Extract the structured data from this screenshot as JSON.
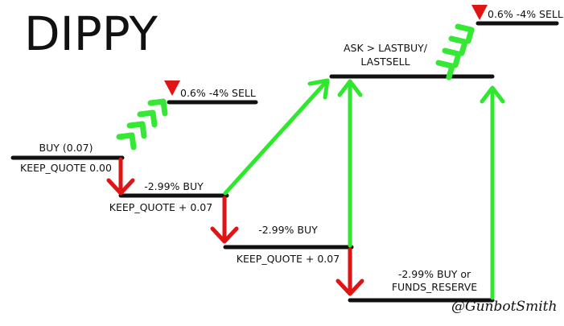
{
  "title": "DIPPY",
  "signature": "@GunbotSmith",
  "colors": {
    "line": "#111111",
    "drop_arrow": "#e01414",
    "rise_arrow": "#2ee82e",
    "chevron": "#36e836",
    "sell_marker": "#e01414"
  },
  "icons": {
    "drop": "red-down-arrow-icon",
    "rise": "green-up-arrow-icon",
    "sell": "red-triangle-marker-icon",
    "trend": "green-chevron-icon"
  },
  "levels": [
    {
      "above": "BUY (0.07)",
      "below": "KEEP_QUOTE 0.00"
    },
    {
      "above": "-2.99% BUY",
      "below": "KEEP_QUOTE + 0.07"
    },
    {
      "above": "-2.99% BUY",
      "below": "KEEP_QUOTE + 0.07"
    },
    {
      "above_line1": "-2.99% BUY or",
      "above_line2": "FUNDS_RESERVE"
    }
  ],
  "sell_target": {
    "condition_line1": "ASK > LASTBUY/",
    "condition_line2": "LASTSELL"
  },
  "sell_labels": [
    "0.6% -4% SELL",
    "0.6% -4% SELL"
  ]
}
